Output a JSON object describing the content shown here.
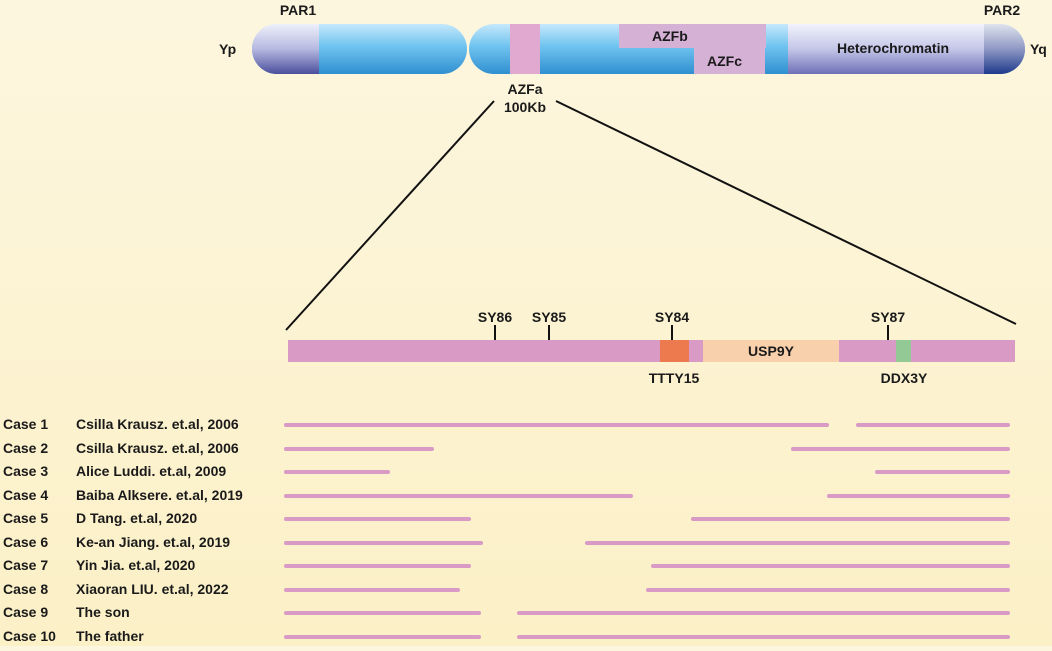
{
  "chromosome": {
    "arm_p_label": "Yp",
    "arm_q_label": "Yq",
    "par1_label": "PAR1",
    "par2_label": "PAR2",
    "azfa_label": "AZFa",
    "azfa_size": "100Kb",
    "azfb_label": "AZFb",
    "azfc_label": "AZFc",
    "heterochromatin_label": "Heterochromatin"
  },
  "markers": {
    "sy86": "SY86",
    "sy85": "SY85",
    "sy84": "SY84",
    "sy87": "SY87"
  },
  "genes": {
    "ttty15": "TTTY15",
    "usp9y": "USP9Y",
    "ddx3y": "DDX3Y"
  },
  "colors": {
    "region_pink": "#d99ac6",
    "azf_box": "#d6b1d6",
    "ttty15": "#ec7a4e",
    "usp9y": "#f8d0ab",
    "ddx3y": "#93c994",
    "chrom_blue": "#4fb4e6"
  },
  "cases": [
    {
      "id": "Case 1",
      "citation": "Csilla Krausz. et.al, 2006"
    },
    {
      "id": "Case 2",
      "citation": "Csilla Krausz. et.al, 2006"
    },
    {
      "id": "Case 3",
      "citation": "Alice Luddi. et.al, 2009"
    },
    {
      "id": "Case 4",
      "citation": "Baiba Alksere. et.al, 2019"
    },
    {
      "id": "Case 5",
      "citation": "D Tang. et.al, 2020"
    },
    {
      "id": "Case 6",
      "citation": "Ke-an Jiang. et.al, 2019"
    },
    {
      "id": "Case 7",
      "citation": "Yin Jia. et.al, 2020"
    },
    {
      "id": "Case 8",
      "citation": "Xiaoran LIU. et.al, 2022"
    },
    {
      "id": "Case 9",
      "citation": "The son"
    },
    {
      "id": "Case 10",
      "citation": "The father"
    }
  ]
}
